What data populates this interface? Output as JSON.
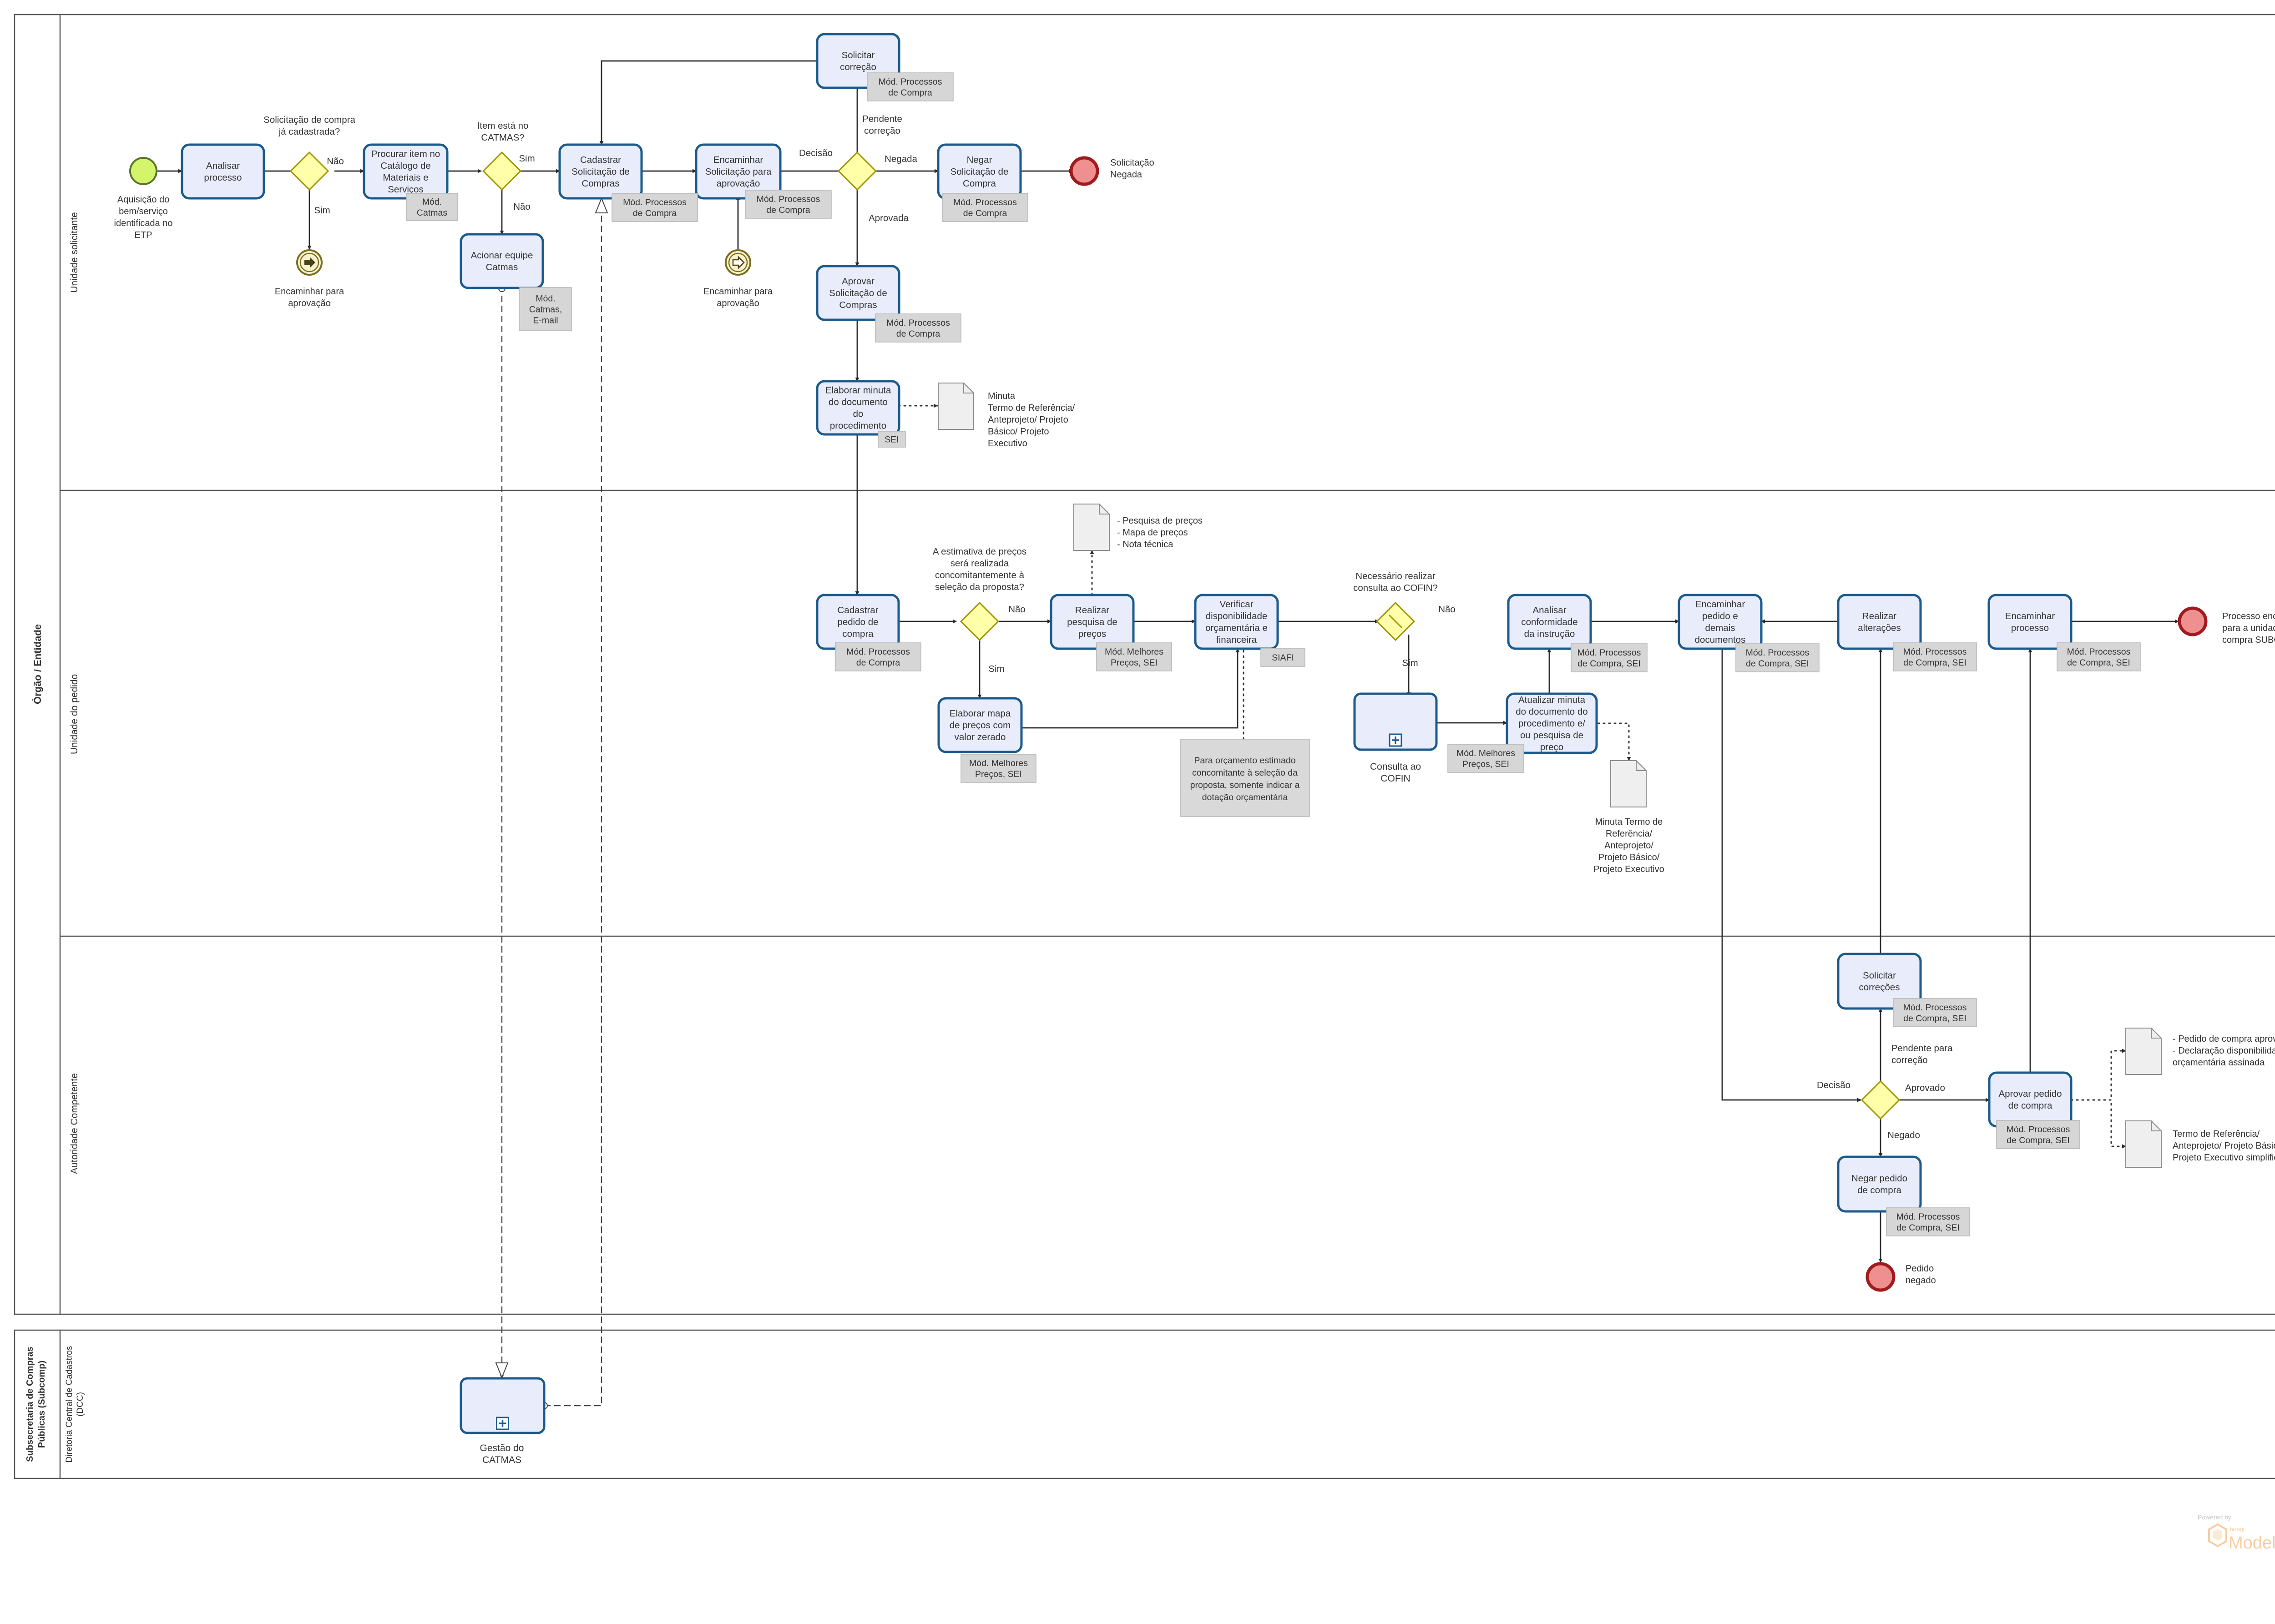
{
  "pools": {
    "orgao": "Órgão / Entidade",
    "subcomp_l1": "Subsecretaria de Compras",
    "subcomp_l2": "Públicas (Subcomp)"
  },
  "lanes": {
    "solicitante": "Unidade solicitante",
    "pedido": "Unidade do pedido",
    "autoridade": "Autoridade Competente",
    "dcc_l1": "Diretoria Central de Cadastros",
    "dcc_l2": "(DCC)"
  },
  "tasks": {
    "analisar": [
      "Analisar",
      "processo"
    ],
    "procurar": [
      "Procurar item no",
      "Catálogo de",
      "Materiais e",
      "Serviços"
    ],
    "acionar": [
      "Acionar equipe",
      "Catmas"
    ],
    "cadastrar_sol": [
      "Cadastrar",
      "Solicitação de",
      "Compras"
    ],
    "encaminhar_sol": [
      "Encaminhar",
      "Solicitação para",
      "aprovação"
    ],
    "solicitar_corr": [
      "Solicitar",
      "correção"
    ],
    "negar_sol": [
      "Negar",
      "Solicitação de",
      "Compra"
    ],
    "aprovar_sol": [
      "Aprovar",
      "Solicitação de",
      "Compras"
    ],
    "elaborar_minuta": [
      "Elaborar minuta",
      "do documento",
      "do",
      "procedimento"
    ],
    "cadastrar_ped": [
      "Cadastrar",
      "pedido de",
      "compra"
    ],
    "realizar_pesq": [
      "Realizar",
      "pesquisa de",
      "preços"
    ],
    "elaborar_mapa": [
      "Elaborar mapa",
      "de preços com",
      "valor zerado"
    ],
    "verificar": [
      "Verificar",
      "disponibilidade",
      "orçamentária e",
      "financeira"
    ],
    "analisar_conf": [
      "Analisar",
      "conformidade",
      "da instrução"
    ],
    "atualizar": [
      "Atualizar minuta",
      "do documento do",
      "procedimento e/",
      "ou pesquisa de",
      "preço"
    ],
    "encaminhar_ped": [
      "Encaminhar",
      "pedido e",
      "demais",
      "documentos"
    ],
    "realizar_alt": [
      "Realizar",
      "alterações"
    ],
    "encaminhar_proc": [
      "Encaminhar",
      "processo"
    ],
    "solicitar_corrs": [
      "Solicitar",
      "correções"
    ],
    "aprovar_ped": [
      "Aprovar pedido",
      "de compra"
    ],
    "negar_ped": [
      "Negar pedido",
      "de compra"
    ]
  },
  "subprocesses": {
    "cofin": [
      "Consulta ao",
      "COFIN"
    ],
    "catmas": [
      "Gestão do",
      "CATMAS"
    ]
  },
  "annotations": {
    "a1": [
      "Mód.",
      "Catmas"
    ],
    "a2": [
      "Mód.",
      "Catmas,",
      "E-mail"
    ],
    "a3": [
      "Mód. Processos",
      "de Compra"
    ],
    "a4": [
      "Mód. Processos",
      "de Compra"
    ],
    "a5": [
      "Mód. Processos",
      "de Compra"
    ],
    "a6": [
      "Mód. Processos",
      "de Compra"
    ],
    "a7": [
      "Mód. Processos",
      "de Compra"
    ],
    "a8": [
      "SEI"
    ],
    "a9": [
      "Mód. Processos",
      "de Compra"
    ],
    "a10": [
      "Mód. Melhores",
      "Preços, SEI"
    ],
    "a11": [
      "Mód. Melhores",
      "Preços, SEI"
    ],
    "a12": [
      "SIAFI"
    ],
    "a13": [
      "Mód. Processos",
      "de Compra, SEI"
    ],
    "a14": [
      "Mód. Melhores",
      "Preços, SEI"
    ],
    "a15": [
      "Mód. Processos",
      "de Compra, SEI"
    ],
    "a16": [
      "Mód. Processos",
      "de Compra, SEI"
    ],
    "a17": [
      "Mód. Processos",
      "de Compra, SEI"
    ],
    "a18": [
      "Mód. Processos",
      "de Compra, SEI"
    ],
    "a19": [
      "Mód. Processos",
      "de Compra, SEI"
    ],
    "a20": [
      "Mód. Processos",
      "de Compra, SEI"
    ]
  },
  "note_orcamento": [
    "Para orçamento estimado",
    "concomitante à seleção da",
    "proposta, somente indicar a",
    "dotação orçamentária"
  ],
  "events": {
    "start": [
      "Aquisição do",
      "bem/serviço",
      "identificada no",
      "ETP"
    ],
    "link1": [
      "Encaminhar para",
      "aprovação"
    ],
    "link2": [
      "Encaminhar para",
      "aprovação"
    ],
    "end_negada": [
      "Solicitação",
      "Negada"
    ],
    "end_encaminhado": [
      "Processo encaminhado",
      "para a unidade de",
      "compra SUBCOMP"
    ],
    "end_negado": [
      "Pedido",
      "negado"
    ]
  },
  "gateways": {
    "g1": [
      "Solicitação de compra",
      "já cadastrada?"
    ],
    "g2": [
      "Item está no",
      "CATMAS?"
    ],
    "g3": [
      "Decisão"
    ],
    "g4": [
      "A estimativa de preços",
      "será realizada",
      "concomitantemente à",
      "seleção da proposta?"
    ],
    "g5": [
      "Necessário realizar",
      "consulta ao COFIN?"
    ],
    "g6": [
      "Decisão"
    ]
  },
  "flow_labels": {
    "nao1": "Não",
    "sim1": "Sim",
    "sim2": "Sim",
    "nao2": "Não",
    "pendente": [
      "Pendente",
      "correção"
    ],
    "negada": "Negada",
    "aprovada": "Aprovada",
    "nao3": "Não",
    "sim3": "Sim",
    "nao4": "Não",
    "sim4": "Sim",
    "pendente2": [
      "Pendente para",
      "correção"
    ],
    "aprovado": "Aprovado",
    "negado": "Negado"
  },
  "documents": {
    "d1": [
      "Minuta",
      "Termo de Referência/",
      "Anteprojeto/ Projeto",
      "Básico/ Projeto",
      "Executivo"
    ],
    "d2": [
      "- Pesquisa de preços",
      "- Mapa de preços",
      "- Nota técnica"
    ],
    "d3": [
      "Minuta Termo de",
      "Referência/",
      "Anteprojeto/",
      "Projeto Básico/",
      "Projeto Executivo"
    ],
    "d4": [
      "- Pedido de compra aprovado",
      "- Declaração disponibilidade",
      "orçamentária assinada"
    ],
    "d5": [
      "Termo de Referência/",
      "Anteprojeto/ Projeto Básico/",
      "Projeto Executivo simplificado"
    ]
  },
  "watermark": {
    "powered": "Powered by",
    "brand_small": "bizagi",
    "brand": "Modeler"
  },
  "colors": {
    "task_fill": "#e9edfb",
    "task_stroke": "#1c5a8c",
    "gateway_fill": "#ffffaa",
    "start_fill": "#d4f56b",
    "end_fill": "#ee8f90",
    "annotation_fill": "#d6d6d6"
  }
}
